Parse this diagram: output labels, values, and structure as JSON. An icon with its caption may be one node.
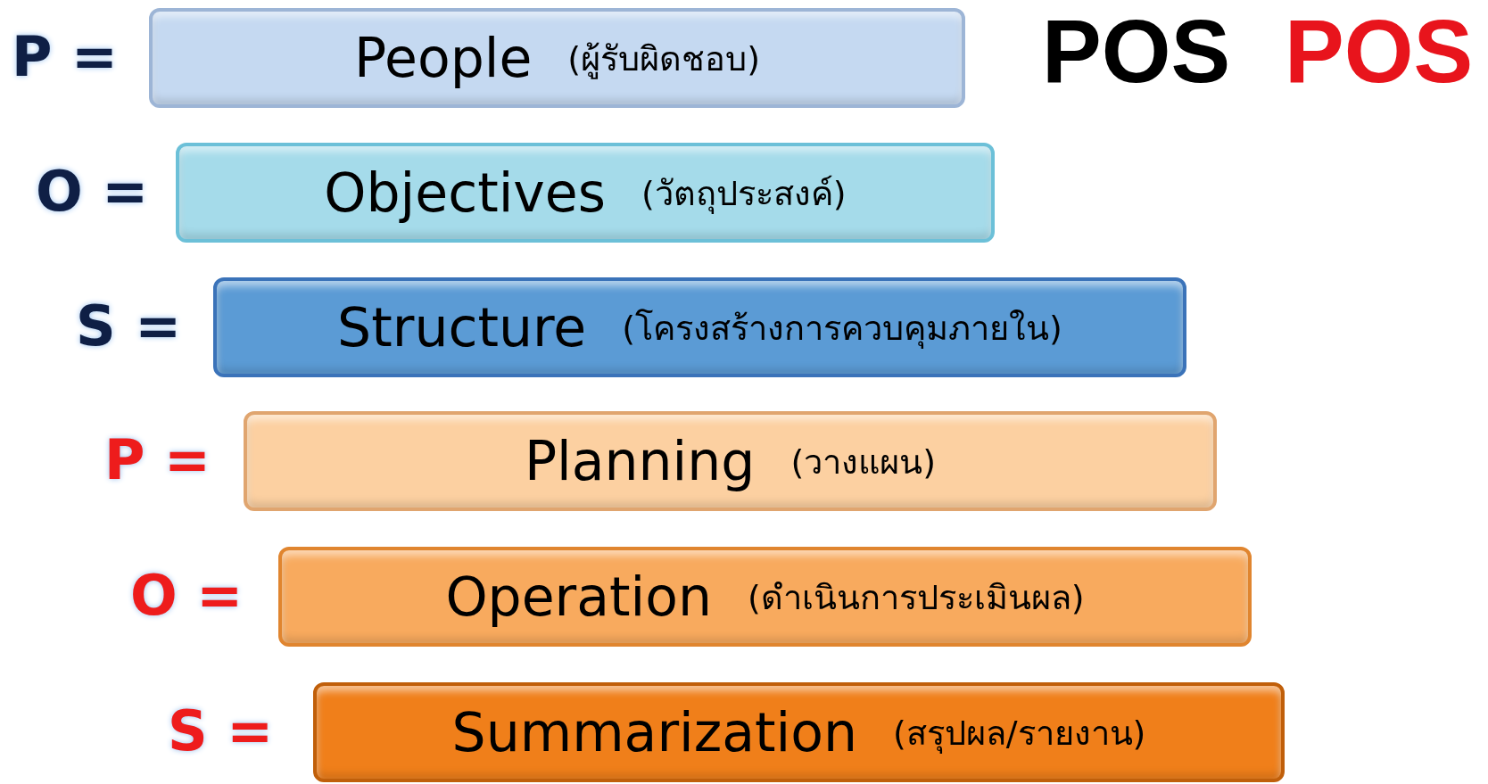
{
  "diagram": {
    "nodes": [
      {
        "text": [
          "People",
          "(ผู้รับผิดชอบ)"
        ],
        "beside": [
          "P ="
        ]
      },
      {
        "text": [
          "Objectives",
          "(วัตถุประสงค์)"
        ],
        "beside": [
          "O ="
        ]
      },
      {
        "text": [
          "Structure",
          "(โครงสร้างการควบคุมภายใน)"
        ],
        "beside": [
          "S ="
        ]
      },
      {
        "text": [
          "Planning",
          "(วางแผน)"
        ],
        "beside": [
          "P ="
        ]
      },
      {
        "text": [
          "Operation",
          "(ดำเนินการประเมินผล)"
        ],
        "beside": [
          "O ="
        ]
      },
      {
        "text": [
          "Summarization",
          "(สรุปผล/รายงาน)"
        ],
        "beside": [
          "S ="
        ]
      }
    ],
    "labels": [
      "POS",
      "POS"
    ]
  }
}
